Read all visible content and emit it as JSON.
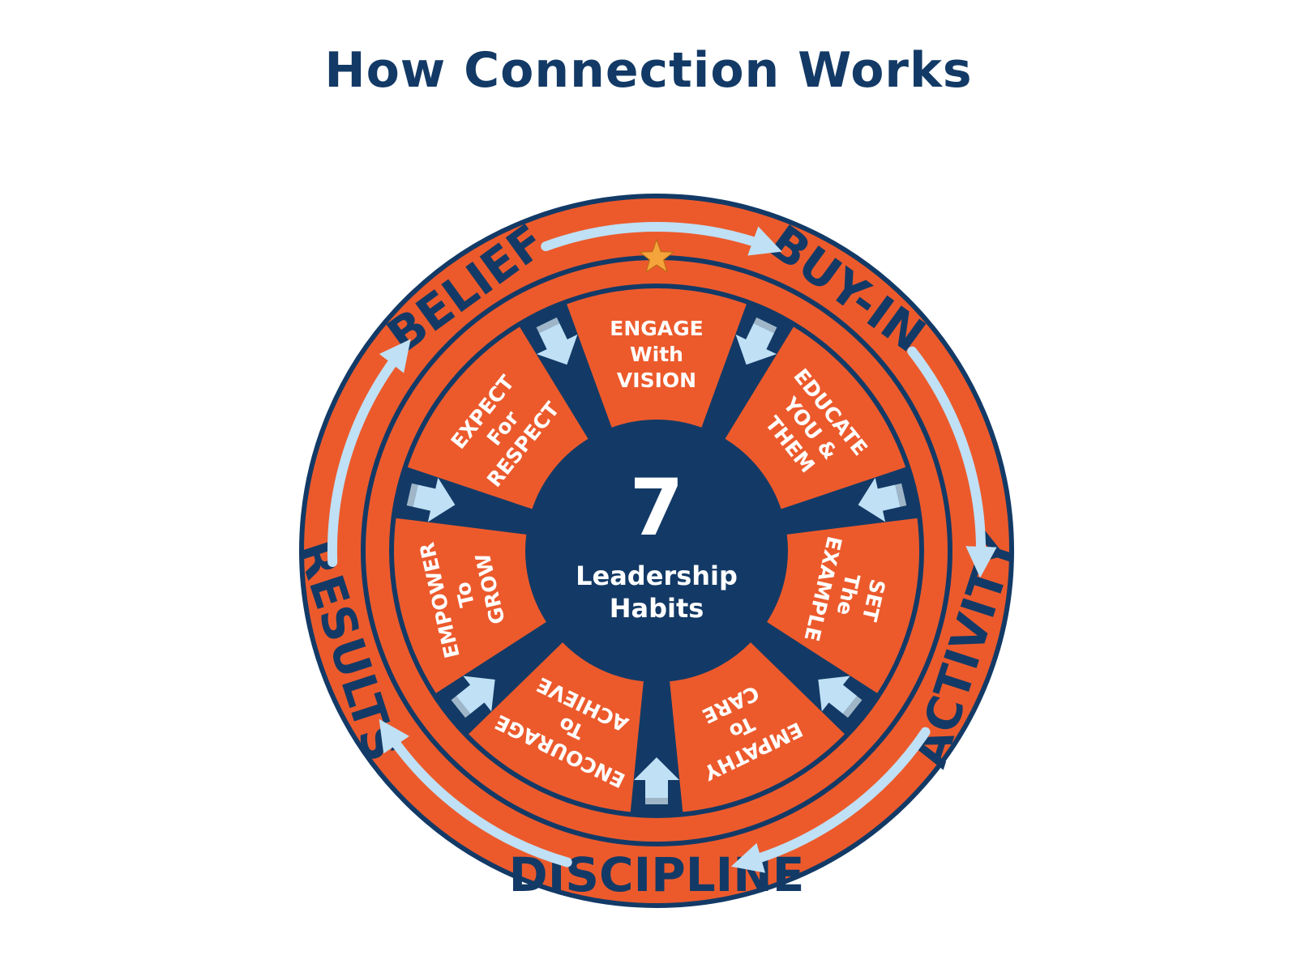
{
  "title": "How Connection Works",
  "center": {
    "number": "7",
    "line1": "Leadership",
    "line2": "Habits"
  },
  "outer_cycle": [
    "BELIEF",
    "BUY-IN",
    "ACTIVITY",
    "DISCIPLINE",
    "RESULTS"
  ],
  "habits": [
    {
      "lines": [
        "ENGAGE",
        "With",
        "VISION"
      ]
    },
    {
      "lines": [
        "EDUCATE",
        "YOU &",
        "THEM"
      ]
    },
    {
      "lines": [
        "SET",
        "The",
        "EXAMPLE"
      ]
    },
    {
      "lines": [
        "EMPATHY",
        "To",
        "CARE"
      ]
    },
    {
      "lines": [
        "ENCOURAGE",
        "To",
        "ACHIEVE"
      ]
    },
    {
      "lines": [
        "EMPOWER",
        "To",
        "GROW"
      ]
    },
    {
      "lines": [
        "EXPECT",
        "For",
        "RESPECT"
      ]
    }
  ],
  "colors": {
    "navy": "#133a66",
    "orange": "#ec5a2c",
    "light_blue": "#bfe0f5",
    "star": "#f4a43a",
    "white": "#ffffff"
  },
  "icons": {
    "start_marker": "star-icon",
    "flow": "arrow-icon"
  }
}
